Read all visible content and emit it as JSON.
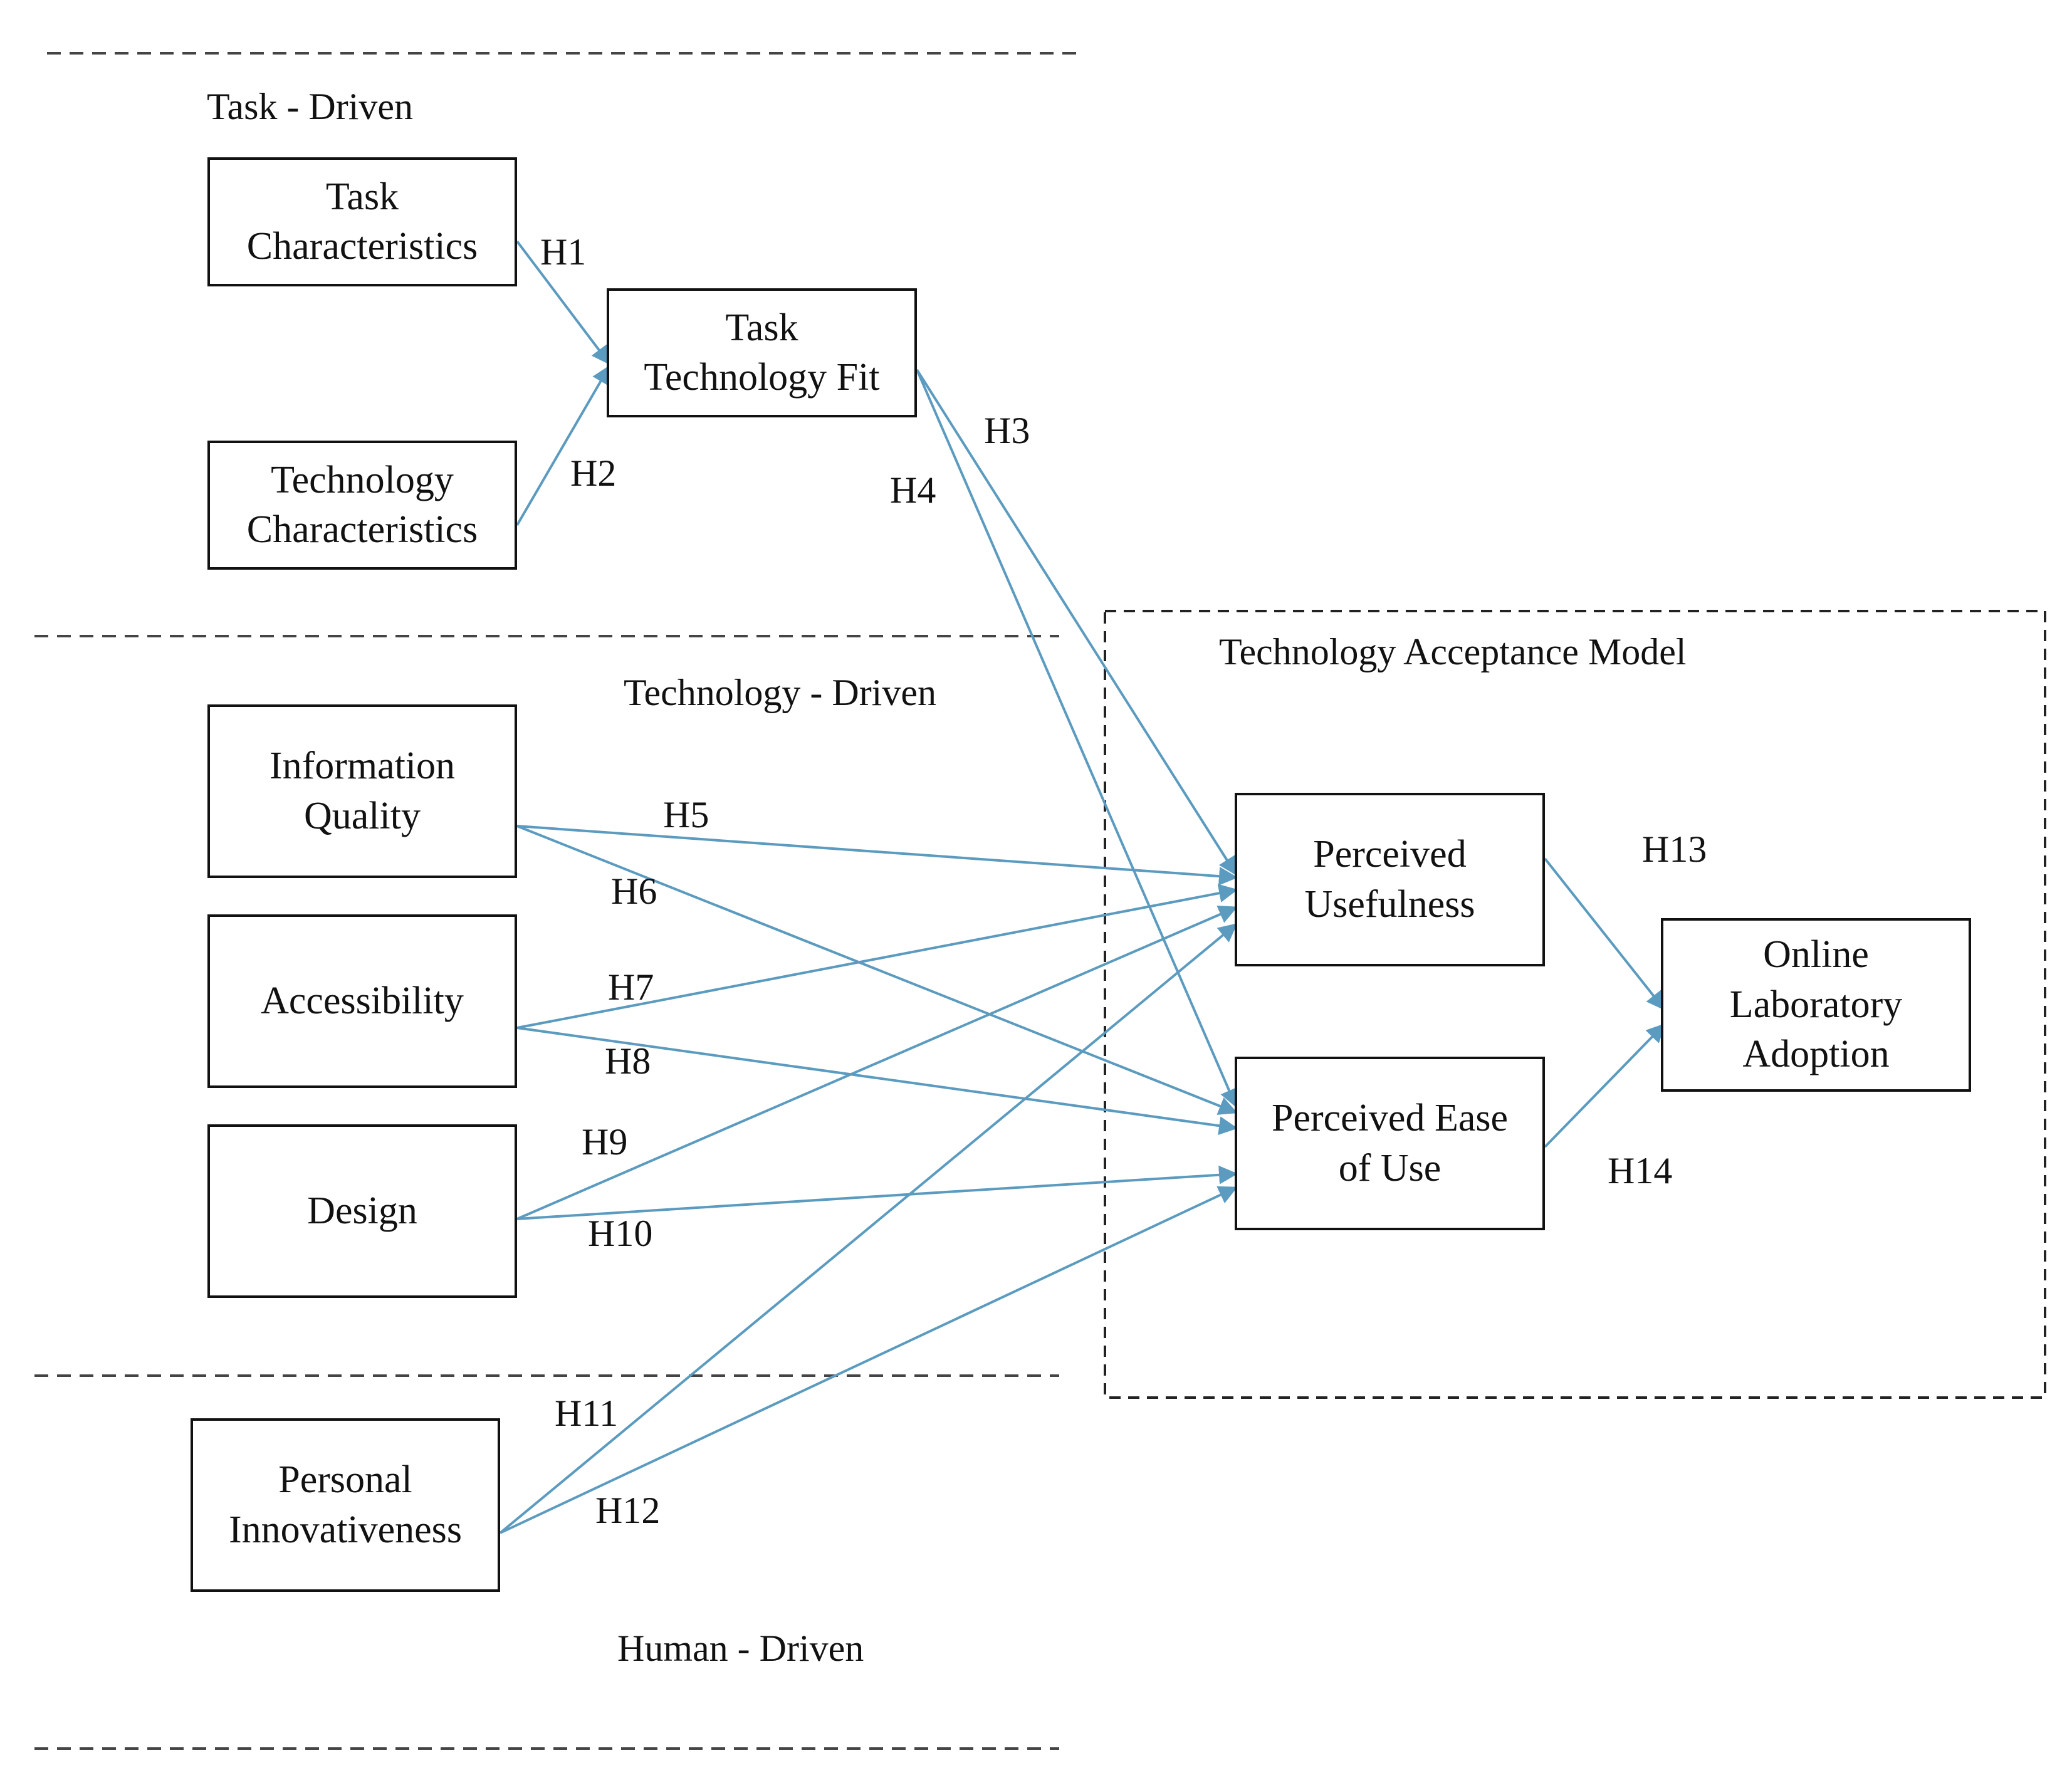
{
  "sections": {
    "task_driven": "Task - Driven",
    "technology_driven": "Technology - Driven",
    "human_driven": "Human - Driven"
  },
  "tam": {
    "title": "Technology Acceptance Model"
  },
  "nodes": {
    "task_characteristics": "Task\nCharacteristics",
    "technology_characteristics": "Technology\nCharacteristics",
    "task_technology_fit": "Task\nTechnology Fit",
    "information_quality": "Information\nQuality",
    "accessibility": "Accessibility",
    "design": "Design",
    "personal_innovativeness": "Personal\nInnovativeness",
    "perceived_usefulness": "Perceived\nUsefulness",
    "perceived_ease_of_use": "Perceived Ease\nof Use",
    "online_laboratory_adoption": "Online\nLaboratory\nAdoption"
  },
  "hypotheses": {
    "h1": "H1",
    "h2": "H2",
    "h3": "H3",
    "h4": "H4",
    "h5": "H5",
    "h6": "H6",
    "h7": "H7",
    "h8": "H8",
    "h9": "H9",
    "h10": "H10",
    "h11": "H11",
    "h12": "H12",
    "h13": "H13",
    "h14": "H14"
  },
  "colors": {
    "arrow": "#5b9bbf",
    "line": "#111111"
  }
}
